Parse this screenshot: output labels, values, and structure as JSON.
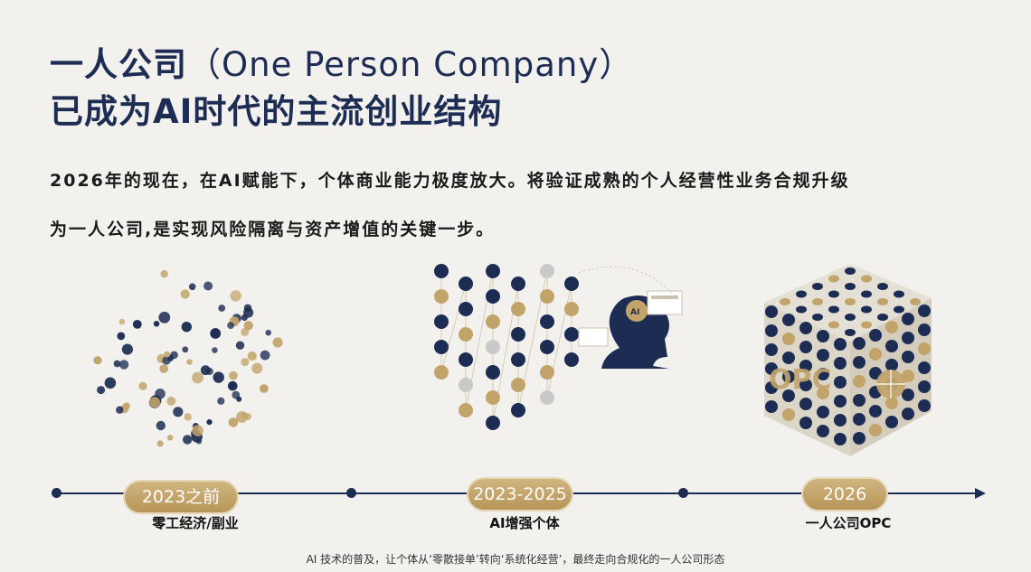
{
  "title": {
    "line1_cn": "一人公司",
    "line1_en": "（One Person Company）",
    "line2": "已成为AI时代的主流创业结构"
  },
  "paragraph": {
    "line1": "2026年的现在，在AI赋能下，个体商业能力极度放大。将验证成熟的个人经营性业务合规升级",
    "line2": "为一人公司,是实现风险隔离与资产增值的关键一步。"
  },
  "timeline": {
    "milestones": [
      {
        "year": "2023之前",
        "label": "零工经济/副业"
      },
      {
        "year": "2023-2025",
        "label": "AI增强个体"
      },
      {
        "year": "2026",
        "label": "一人公司OPC"
      }
    ]
  },
  "illustrations": {
    "ai_badge": "AI",
    "cube_text": "OPC"
  },
  "caption": "AI 技术的普及，让个体从‘零散接单’转向‘系统化经营’，最终走向合规化的一人公司形态",
  "colors": {
    "navy": "#1c2c52",
    "gold": "#c2a46b",
    "background": "#f2f1ee"
  }
}
